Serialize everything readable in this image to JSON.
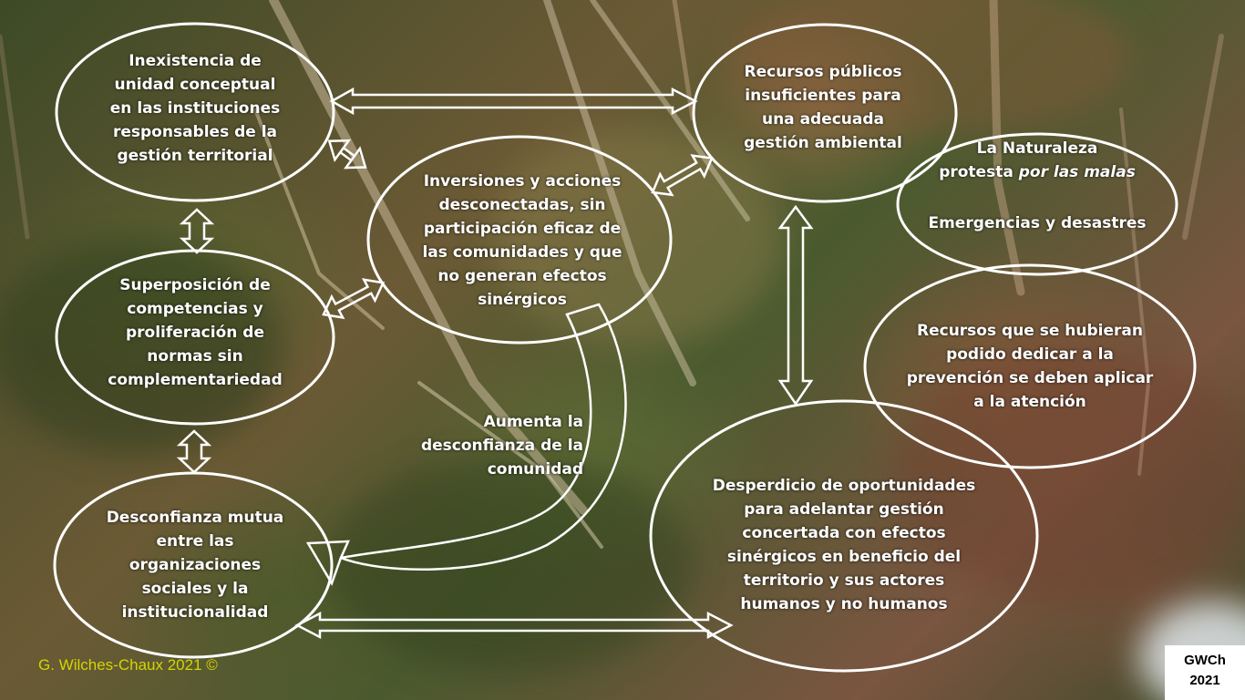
{
  "nodes": {
    "inexistencia": [
      "Inexistencia de",
      "unidad conceptual",
      "en las instituciones",
      "responsables de la",
      "gestión territorial"
    ],
    "recursos_publicos": [
      "Recursos públicos",
      "insuficientes para",
      "una adecuada",
      "gestión ambiental"
    ],
    "inversiones": [
      "Inversiones y acciones",
      "desconectadas, sin",
      "participación eficaz de",
      "las comunidades  y que",
      "no generan efectos",
      "sinérgicos"
    ],
    "superposicion": [
      "Superposición de",
      "competencias y",
      "proliferación de",
      "normas sin",
      "complementariedad"
    ],
    "desconfianza_mutua": [
      "Desconfianza mutua",
      "entre las",
      "organizaciones",
      "sociales y la",
      "institucionalidad"
    ],
    "aumenta": [
      "Aumenta la",
      "desconfianza de la",
      "comunidad"
    ],
    "desperdicio": [
      "Desperdicio de oportunidades",
      "para adelantar gestión",
      "concertada con efectos",
      "sinérgicos en beneficio del",
      "territorio y sus actores",
      "humanos y no humanos"
    ],
    "recursos_prevencion": [
      "Recursos que se hubieran",
      "podido dedicar a la",
      "prevención se deben aplicar",
      "a la atención"
    ],
    "naturaleza": {
      "line1": "La Naturaleza",
      "line2_start": "protesta ",
      "line2_italic": "por las malas",
      "line3": "Emergencias y desastres"
    }
  },
  "footer": {
    "credit": "G. Wilches-Chaux 2021 ©",
    "corner_line1": "GWCh",
    "corner_line2": "2021"
  },
  "colors": {
    "stroke": "#ffffff",
    "credit_text": "#d4d400"
  }
}
